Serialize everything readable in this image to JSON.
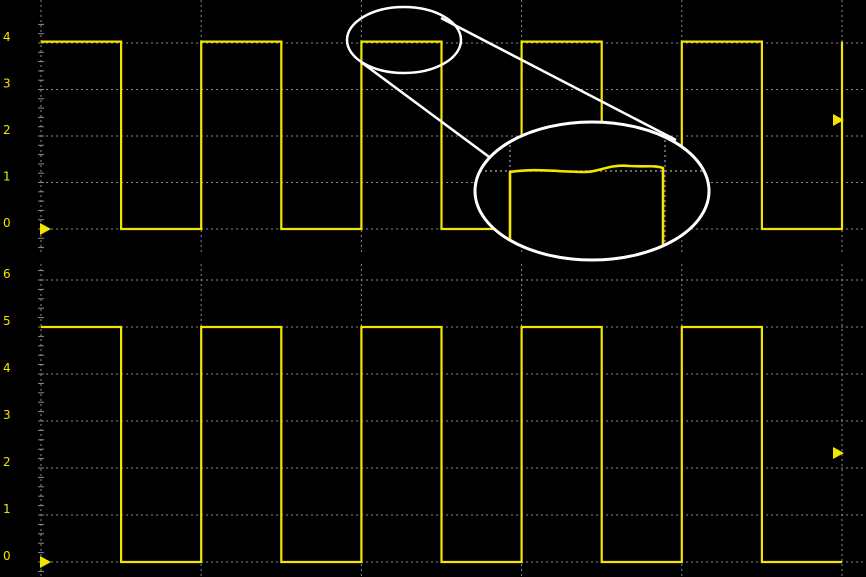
{
  "chart_data": [
    {
      "type": "line",
      "title": "",
      "xlabel": "",
      "ylabel": "",
      "ylim": [
        -0.25,
        4.35
      ],
      "y_ticks": [
        "0",
        "1",
        "2",
        "3",
        "4"
      ],
      "grid": true,
      "grid_style": "dotted",
      "series": [
        {
          "values": [
            {
              "x": 0.0,
              "y": 4.03
            },
            {
              "x": 2.0,
              "y": 4.03
            },
            {
              "x": 2.0,
              "y": 0.0
            },
            {
              "x": 4.0,
              "y": 0.0
            },
            {
              "x": 4.0,
              "y": 4.03
            },
            {
              "x": 6.0,
              "y": 4.03
            },
            {
              "x": 6.0,
              "y": 0.0
            },
            {
              "x": 8.0,
              "y": 0.0
            },
            {
              "x": 8.0,
              "y": 4.03
            },
            {
              "x": 10.0,
              "y": 4.03
            },
            {
              "x": 10.0,
              "y": 0.0
            },
            {
              "x": 12.0,
              "y": 0.0
            },
            {
              "x": 12.0,
              "y": 4.03
            },
            {
              "x": 14.0,
              "y": 4.03
            },
            {
              "x": 14.0,
              "y": 0.0
            },
            {
              "x": 16.0,
              "y": 0.0
            },
            {
              "x": 16.0,
              "y": 4.03
            },
            {
              "x": 18.0,
              "y": 4.03
            },
            {
              "x": 18.0,
              "y": 0.0
            },
            {
              "x": 20.0,
              "y": 0.0
            },
            {
              "x": 20.0,
              "y": 4.03
            }
          ]
        }
      ]
    },
    {
      "type": "line",
      "title": "",
      "xlabel": "",
      "ylabel": "",
      "ylim": [
        -0.35,
        6.3
      ],
      "y_ticks": [
        "0",
        "1",
        "2",
        "3",
        "4",
        "5",
        "6"
      ],
      "grid": true,
      "grid_style": "dotted",
      "series": [
        {
          "values": [
            {
              "x": 0.0,
              "y": 5.0
            },
            {
              "x": 2.0,
              "y": 5.0
            },
            {
              "x": 2.0,
              "y": 0.0
            },
            {
              "x": 4.0,
              "y": 0.0
            },
            {
              "x": 4.0,
              "y": 5.0
            },
            {
              "x": 6.0,
              "y": 5.0
            },
            {
              "x": 6.0,
              "y": 0.0
            },
            {
              "x": 8.0,
              "y": 0.0
            },
            {
              "x": 8.0,
              "y": 5.0
            },
            {
              "x": 10.0,
              "y": 5.0
            },
            {
              "x": 10.0,
              "y": 0.0
            },
            {
              "x": 12.0,
              "y": 0.0
            },
            {
              "x": 12.0,
              "y": 5.0
            },
            {
              "x": 14.0,
              "y": 5.0
            },
            {
              "x": 14.0,
              "y": 0.0
            },
            {
              "x": 16.0,
              "y": 0.0
            },
            {
              "x": 16.0,
              "y": 5.0
            },
            {
              "x": 18.0,
              "y": 5.0
            },
            {
              "x": 18.0,
              "y": 0.0
            },
            {
              "x": 20.0,
              "y": 0.0
            }
          ]
        }
      ]
    }
  ],
  "colors": {
    "background": "#000000",
    "trace": "#f2e600",
    "grid": "#8c8c8c",
    "magnifier": "#ffffff"
  },
  "icons": {
    "ground_marker": "right-pointing-triangle",
    "trigger_marker": "left-pointing-triangle",
    "magnifier": "zoom-ellipse"
  }
}
